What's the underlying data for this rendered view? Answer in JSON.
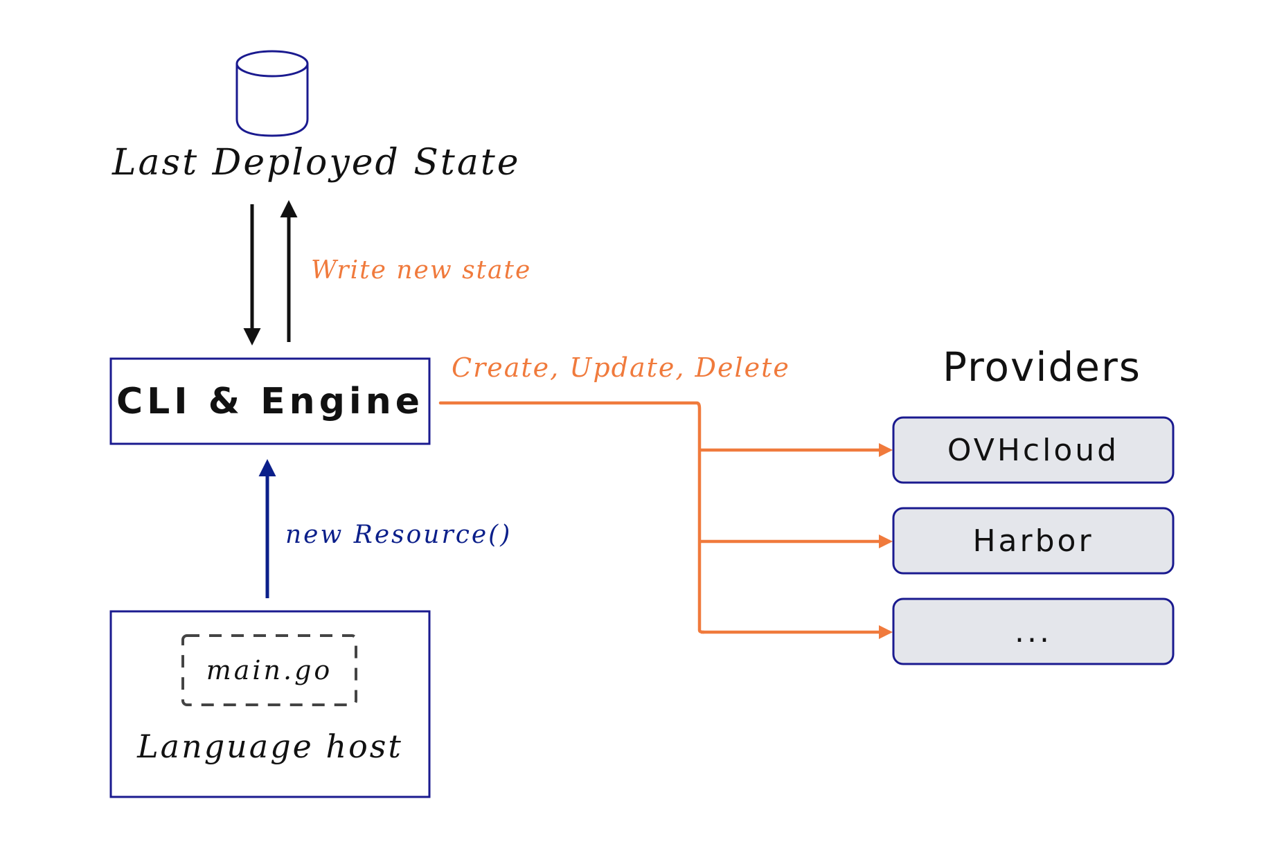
{
  "colors": {
    "ink": "#111111",
    "blue_outline": "#1a1a8f",
    "navy_arrow": "#0b1f8a",
    "orange": "#f07a3c",
    "provider_fill": "#e4e6eb"
  },
  "icons": {
    "datastore": "database-cylinder-icon"
  },
  "state_store": {
    "label": "Last Deployed State"
  },
  "write_arrow": {
    "label": "Write new state"
  },
  "engine": {
    "label": "CLI & Engine"
  },
  "operations": {
    "label": "Create, Update, Delete"
  },
  "new_resource_arrow": {
    "label": "new Resource()"
  },
  "language_host": {
    "file_label": "main.go",
    "label": "Language host"
  },
  "providers": {
    "heading": "Providers",
    "items": [
      {
        "label": "OVHcloud"
      },
      {
        "label": "Harbor"
      },
      {
        "label": "..."
      }
    ]
  }
}
